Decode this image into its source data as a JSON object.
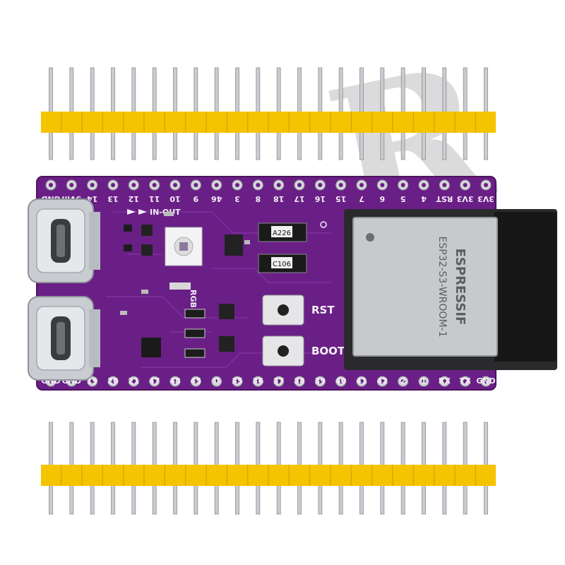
{
  "board": {
    "pcb_color": "#6a1f86",
    "header_color": "#f5c400",
    "top_pin_labels": [
      "GND",
      "5Vin",
      "14",
      "13",
      "12",
      "11",
      "10",
      "9",
      "46",
      "3",
      "8",
      "18",
      "17",
      "16",
      "15",
      "7",
      "6",
      "5",
      "4",
      "RST",
      "3V3",
      "3V3"
    ],
    "bottom_pin_labels": [
      "GND",
      "GND",
      "19",
      "20",
      "21",
      "47",
      "48",
      "45",
      "0",
      "35",
      "36",
      "37",
      "38",
      "39",
      "40",
      "41",
      "42",
      "2",
      "1",
      "RX",
      "TX",
      "GND"
    ],
    "led_label": "IN-OUT",
    "rgb_label": "RGB",
    "rst_label": "RST",
    "boot_label": "BOOT",
    "cap_a_label": "A226",
    "cap_b_label": "C106",
    "module_title": "ESP32-S3-WROOM-1",
    "module_brand": "ESPRESSIF",
    "watermark": "R"
  }
}
